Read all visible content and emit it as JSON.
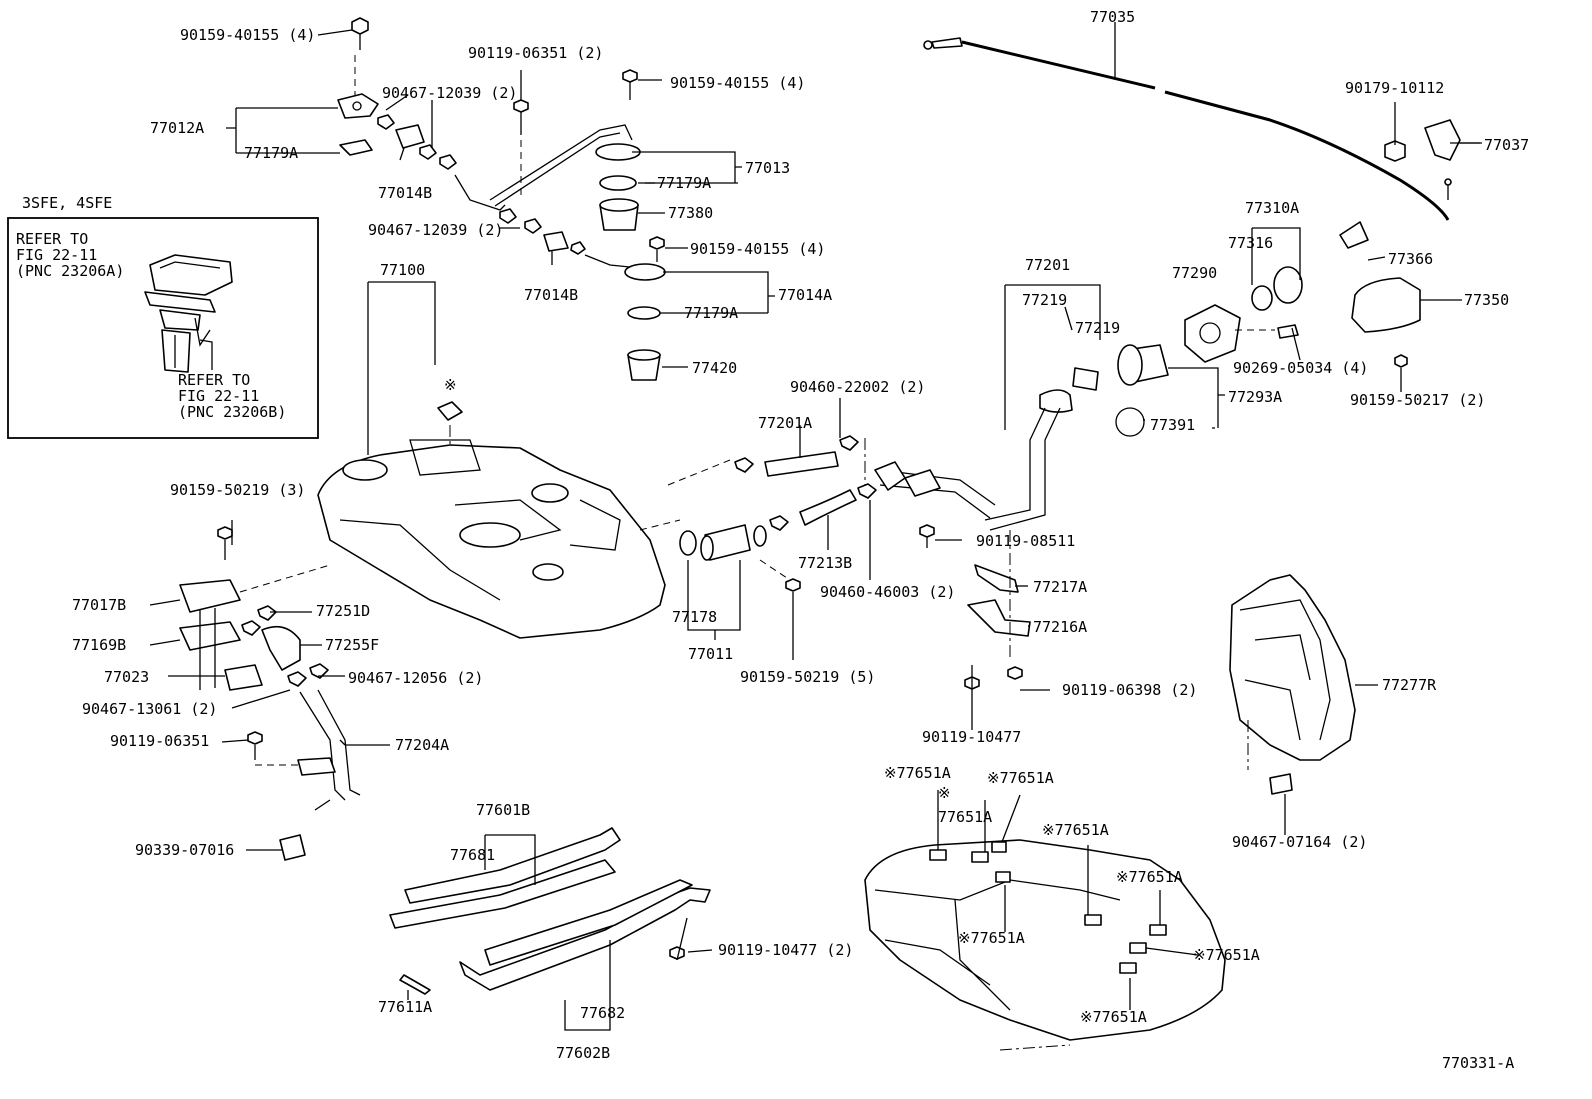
{
  "labels": {
    "p90159_40155_a": "90159-40155 (4)",
    "p90119_06351_a": "90119-06351 (2)",
    "p90467_12039_a": "90467-12039 (2)",
    "p77012A": "77012A",
    "p77179A_a": "77179A",
    "p77014B_a": "77014B",
    "p90159_40155_b": "90159-40155 (4)",
    "p77013": "77013",
    "p77179A_b": "77179A",
    "p77380": "77380",
    "p90467_12039_b": "90467-12039 (2)",
    "p90159_40155_c": "90159-40155 (4)",
    "p77014B_b": "77014B",
    "p77014A": "77014A",
    "p77179A_c": "77179A",
    "p77420": "77420",
    "p77035": "77035",
    "p90179_10112": "90179-10112",
    "p77037": "77037",
    "p77310A": "77310A",
    "p77316": "77316",
    "p77290": "77290",
    "p77366": "77366",
    "p77350": "77350",
    "p77201": "77201",
    "p77219_a": "77219",
    "p77219_b": "77219",
    "p90269_05034": "90269-05034 (4)",
    "p77293A": "77293A",
    "p90159_50217": "90159-50217 (2)",
    "p77391": "77391",
    "inset_title": "3SFE, 4SFE",
    "inset_ref1_line1": "REFER TO",
    "inset_ref1_line2": "FIG 22-11",
    "inset_ref1_line3": "(PNC 23206A)",
    "inset_ref2_line1": "REFER TO",
    "inset_ref2_line2": "FIG 22-11",
    "inset_ref2_line3": "(PNC 23206B)",
    "p77100": "77100",
    "asterisk": "※",
    "p90460_22002": "90460-22002 (2)",
    "p77201A": "77201A",
    "p90159_50219_a": "90159-50219 (3)",
    "p90119_08511": "90119-08511",
    "p77213B": "77213B",
    "p90460_46003": "90460-46003 (2)",
    "p77217A": "77217A",
    "p77216A": "77216A",
    "p77017B": "77017B",
    "p77251D": "77251D",
    "p77169B": "77169B",
    "p77255F": "77255F",
    "p77023": "77023",
    "p90467_12056": "90467-12056 (2)",
    "p90467_13061": "90467-13061 (2)",
    "p77178": "77178",
    "p77011": "77011",
    "p90159_50219_b": "90159-50219 (5)",
    "p90119_06398": "90119-06398 (2)",
    "p77277R": "77277R",
    "p90119_06351_b": "90119-06351",
    "p77204A": "77204A",
    "p90119_10477_a": "90119-10477",
    "p90339_07016": "90339-07016",
    "p77601B": "77601B",
    "p77681": "77681",
    "p77651A_1": "※77651A",
    "p77651A_2": "※77651A",
    "p77651A_3": "77651A",
    "p77651A_4": "※77651A",
    "p77651A_5": "※77651A",
    "p77651A_6": "※77651A",
    "p77651A_7": "※77651A",
    "p77651A_8": "※77651A",
    "p90467_07164": "90467-07164 (2)",
    "p90119_10477_b": "90119-10477 (2)",
    "p77682": "77682",
    "p77611A": "77611A",
    "p77602B": "77602B",
    "figure_id": "770331-A"
  }
}
